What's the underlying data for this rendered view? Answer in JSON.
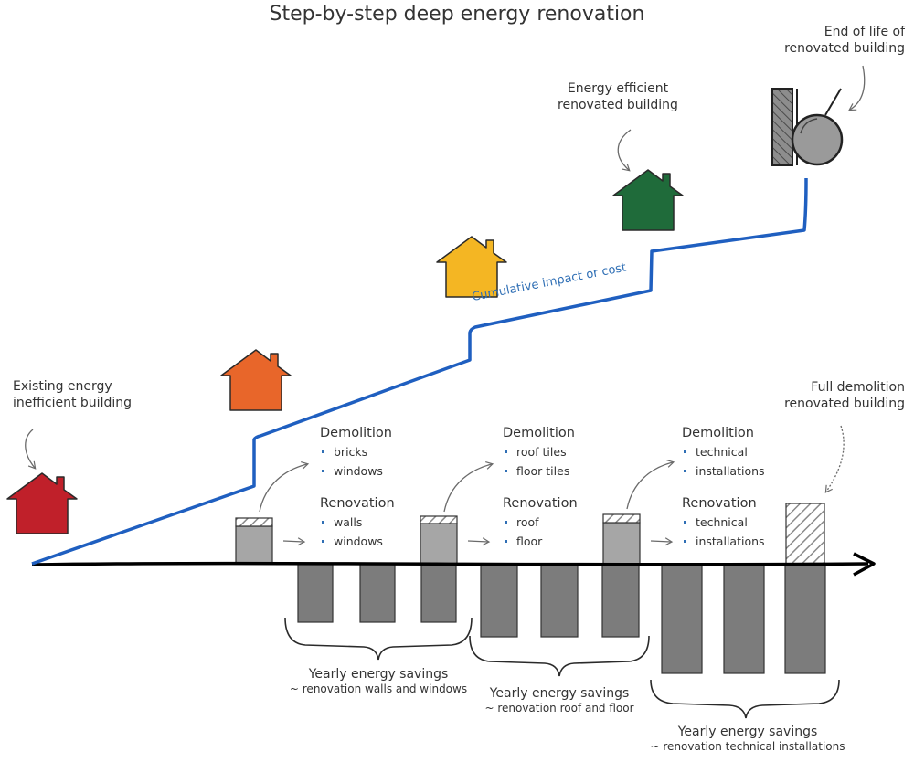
{
  "title": "Step-by-step deep energy renovation",
  "annotations": {
    "existing": [
      "Existing energy",
      "inefficient building"
    ],
    "efficient": [
      "Energy efficient",
      "renovated building"
    ],
    "end_of_life": [
      "End of life of",
      "renovated building"
    ],
    "full_demolition": [
      "Full demolition",
      "renovated building"
    ],
    "cumulative": "Cumulative impact or cost"
  },
  "steps": [
    {
      "demolition_label": "Demolition",
      "demolition_items": [
        "bricks",
        "windows"
      ],
      "renovation_label": "Renovation",
      "renovation_items": [
        "walls",
        "windows"
      ]
    },
    {
      "demolition_label": "Demolition",
      "demolition_items": [
        "roof tiles",
        "floor tiles"
      ],
      "renovation_label": "Renovation",
      "renovation_items": [
        "roof",
        "floor"
      ]
    },
    {
      "demolition_label": "Demolition",
      "demolition_items": [
        "technical",
        "installations"
      ],
      "renovation_label": "Renovation",
      "renovation_items": [
        "technical",
        "installations"
      ]
    }
  ],
  "savings": [
    {
      "title": "Yearly energy savings",
      "subtitle": "~ renovation walls and windows"
    },
    {
      "title": "Yearly energy savings",
      "subtitle": "~ renovation roof and floor"
    },
    {
      "title": "Yearly energy savings",
      "subtitle": "~ renovation technical installations"
    }
  ],
  "colors": {
    "house_red": "#c0202a",
    "house_orange": "#e8662a",
    "house_yellow": "#f4b623",
    "house_green": "#1f6b3a",
    "cumulative_line": "#1f5fc0",
    "bar_light": "#a6a6a6",
    "bar_dark": "#7c7c7c"
  },
  "icons": [
    "house-icon",
    "wrecking-ball-icon",
    "curved-arrow-icon",
    "timeline-arrow-icon"
  ]
}
